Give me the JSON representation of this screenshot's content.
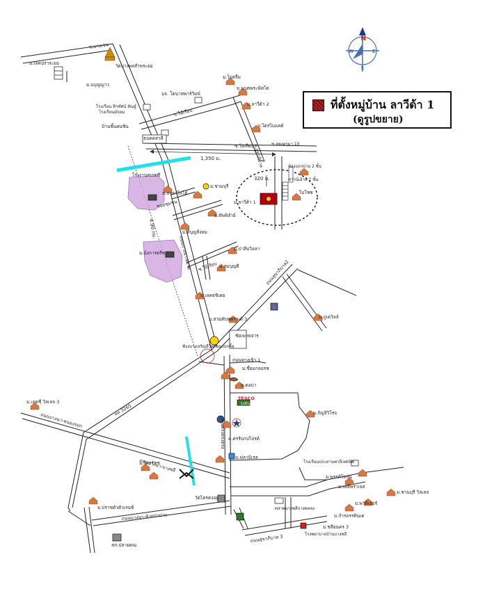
{
  "legend": {
    "title": "ที่ตั้งหมู่บ้าน ลาวีด้า 1",
    "subtitle": "(ดูรูปขยาย)",
    "swatch_color": "#8b0b14"
  },
  "compass": {
    "n": "N",
    "s": "S",
    "e": "E",
    "w": "W"
  },
  "roads": {
    "top_road": "ซ.บางเขน",
    "soi_mai": "ซ.ไม้เรียบ",
    "soi_mai2": "ซ.ไม้เรียบ",
    "soi_wongwian": "ซ.วิ่งเทียบ",
    "mid_road": "ถนนบางนา-ตราด",
    "diag_right": "ถนนสุขาภิบาล2",
    "left_road": "ถนนบางนา-หนองจอก",
    "left_road2": "ถนนบางนา-บางพลี",
    "bottom_road": "ถนนบางนา-ห้วยปาปาบ",
    "bottom_right": "ถนนสุขาภิบาล 3",
    "center_south": "ถนนตรงตรงตรง",
    "km_3265": "ทล 3265",
    "road_right_small": "ถนนทางเข้า 1",
    "nai_soi": "ซอยชุมชน",
    "soi_sukha": "ซ.สุขาภิบาล"
  },
  "distances": {
    "d1350": "1,350 ม.",
    "d320": "320 ม.",
    "d4": "4.90 กม."
  },
  "places": {
    "wat_top": "วัดบางพลสำพระยอ",
    "school_top": "ม.เลคปราระยอ",
    "m_bulun": "ม.บบุญญาว",
    "school_tasu": "โรงเรียน ทิวทัศน์ สัณฐ์",
    "school_tasu2": "โรงเรียนมัธยม",
    "ban_chuen": "บ้านชั้นคนชิน",
    "bank": "ธนคดสวลี",
    "factory": "บจ. โดนาทพาร์วิมพ์",
    "m_maitha": "ม.ไม่ตรี่ม",
    "m_noppakao": "ม.นบุตพระพิทโต",
    "m_lawi2": "ม.ลาวีด้า 2",
    "m_chaimun": "ม.ไตรไบแคด์",
    "soi_pasuk": "ซ.ลพงตรมา 10",
    "m_sama": "ม.ลาลาไลโด้",
    "m_chanmu": "ม.ชามมุรี",
    "golf": "โรงงานสเกตซี",
    "m_tippa": "ม.ทิพพิลำย์",
    "m_kritn": "ม.ดีบุญสิ่งหม",
    "m_lawida1": "ม.ลาวีด้า 1",
    "m_loha": "ม.ลาวีด้า 1",
    "m_bouwa": "ห้องแถวปาย 2 ชั้น",
    "m_townhome": "ทาวน์เฮ้าส์ 1 ชั้น",
    "m_bichit": "ไบโชซ",
    "m_kornka": "ม.นั่งการตรีซ",
    "m_punsurin": "ม.ปาลีบวิลลา",
    "m_nonlapa": "ม.สมบุญดี",
    "m_lerdee": "ม.เลคธชิเตย",
    "m_suanpath": "ม.สวนทับทตรวเด้ 3",
    "m_pattaya": "ม.ภูเตวิลล์",
    "m_boonkwai": "ชัยเพาพจ่าร",
    "m_chuanchoke": "ม.ชื่อมกลอรช",
    "m_noble": "ม.ตอบ่า",
    "tesco": "TESCO",
    "lotus": "Lotus",
    "m_khunpusu": "ม.ครรับกบไปรด์",
    "m_kanchana": "ม.กัญจิวิโรจ",
    "m_monvaj": "ม.ฟลามิเรส",
    "school_bottom": "โรงเรียนประทานพาลีเทคนิค",
    "m_suksom": "ม.พรรคิโทรน",
    "m_wanlee": "ม.เคลีพราเจส",
    "m_lanlum": "ม.ชานบุรี วิลเลจ",
    "m_kam": "ม.พาษีเลอร์",
    "m_kanlaya": "ม.กำรถรรทินเต",
    "m_sudaporn": "ม.ชลียนคร 3",
    "hospital": "โรงพยาบาลบ้านบางพลี",
    "m_ariyanan": "ม.เลคซี วิลเลจ 3",
    "m_sinsub": "ม.ไครรัชช",
    "wat_bottom": "วัดไทรคงอยู่",
    "m_ponchai": "ม.ปราชตัวตัวเรนซ์",
    "police": "สภ.ปลายคณ",
    "market": "ตลาดบางพลีบางพลลง",
    "watpol": "ฟังงบางเจริญจีวีพรรณบังรคิ้อ"
  }
}
